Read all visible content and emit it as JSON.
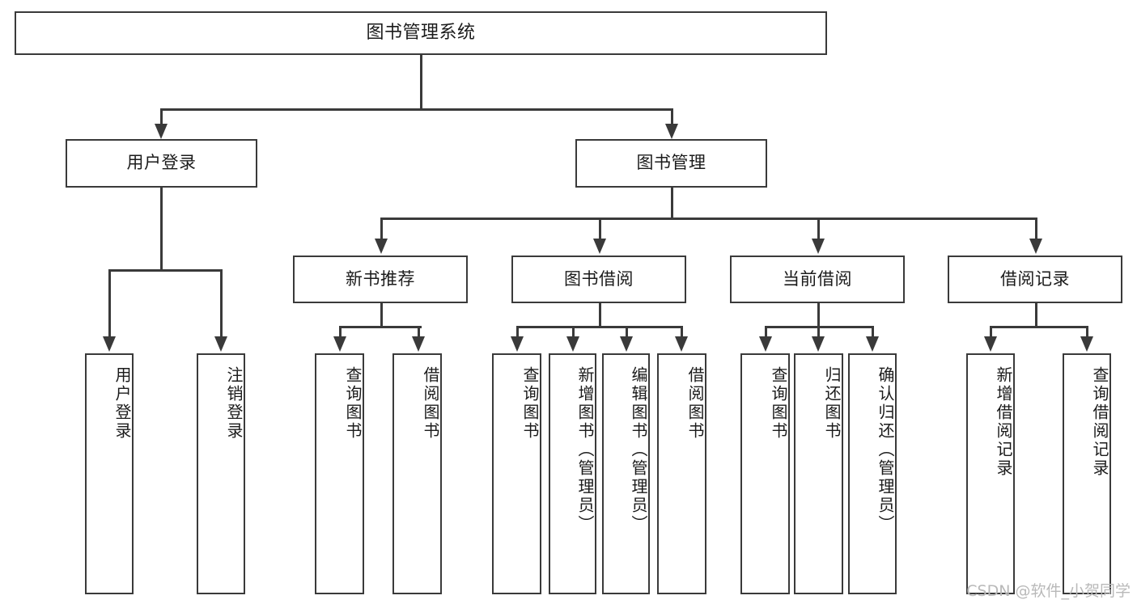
{
  "diagram": {
    "title": "图书管理系统",
    "watermark": "CSDN @软件_小贺同学",
    "line_color": "#3a3a3a",
    "background_color": "#ffffff",
    "text_color": "#1b1b1b",
    "watermark_color": "#b9b9b9"
  },
  "root": {
    "label": "图书管理系统"
  },
  "level2": [
    {
      "label": "用户登录"
    },
    {
      "label": "图书管理"
    }
  ],
  "level3": [
    {
      "label": "新书推荐"
    },
    {
      "label": "图书借阅"
    },
    {
      "label": "当前借阅"
    },
    {
      "label": "借阅记录"
    }
  ],
  "leaves": {
    "user_login": [
      {
        "label": "用户登录"
      },
      {
        "label": "注销登录"
      }
    ],
    "new_book_recommend": [
      {
        "label": "查询图书"
      },
      {
        "label": "借阅图书"
      }
    ],
    "book_borrow": [
      {
        "label": "查询图书"
      },
      {
        "label": "新增图书（管理员）"
      },
      {
        "label": "编辑图书（管理员）"
      },
      {
        "label": "借阅图书"
      }
    ],
    "current_borrow": [
      {
        "label": "查询图书"
      },
      {
        "label": "归还图书"
      },
      {
        "label": "确认归还（管理员）"
      }
    ],
    "borrow_record": [
      {
        "label": "新增借阅记录"
      },
      {
        "label": "查询借阅记录"
      }
    ]
  }
}
